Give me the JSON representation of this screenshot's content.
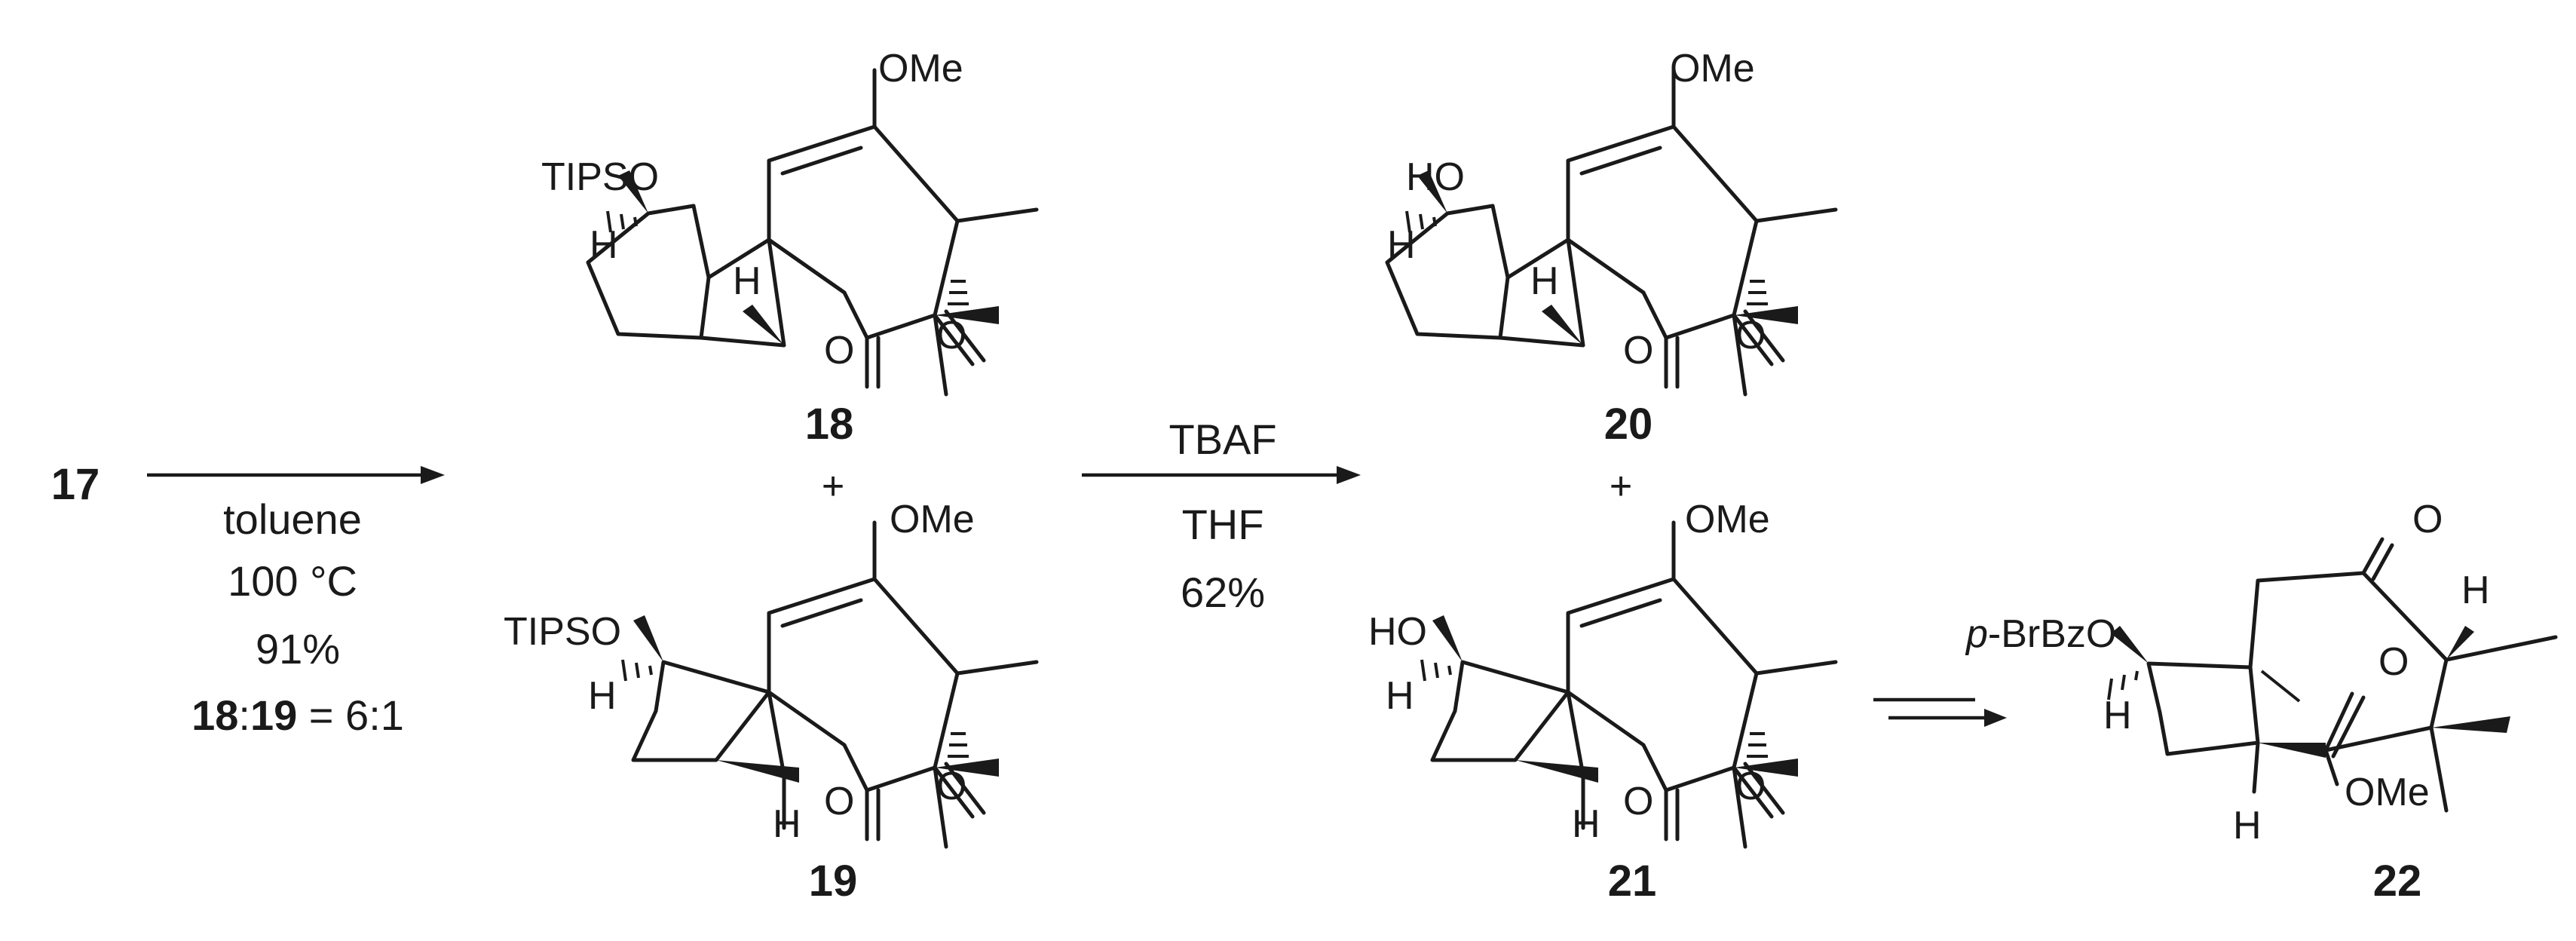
{
  "compounds": {
    "c17": "17",
    "c18": "18",
    "c19": "19",
    "c20": "20",
    "c21": "21",
    "c22": "22"
  },
  "atoms": {
    "ome": "OMe",
    "tipso": "TIPSO",
    "ho": "HO",
    "h": "H",
    "o": "O",
    "pbrbzo": "p-BrBzO"
  },
  "plus": "+",
  "step1": {
    "solvent": "toluene",
    "temperature": "100 °C",
    "yield": "91%",
    "ratio_a": "18",
    "ratio_sep": ":",
    "ratio_b": "19",
    "ratio_value": " = 6:1"
  },
  "step2": {
    "reagent": "TBAF",
    "solvent": "THF",
    "yield": "62%"
  }
}
